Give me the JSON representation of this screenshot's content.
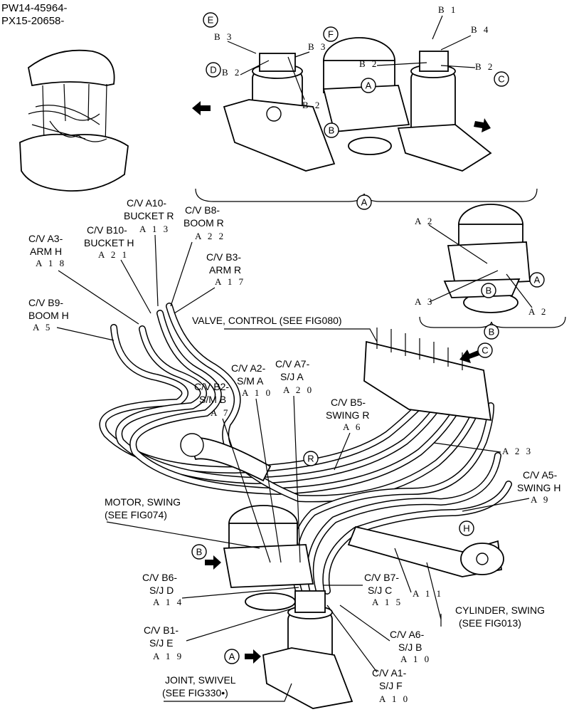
{
  "header": {
    "line1": "PW14-45964-",
    "line2": "PX15-20658-"
  },
  "callouts": {
    "E": "E",
    "F": "F",
    "D": "D",
    "C": "C",
    "A": "A",
    "B": "B",
    "R": "R",
    "H": "H"
  },
  "top_detail": {
    "b1": "B 1",
    "b2": "B 2",
    "b3": "B 3",
    "b4": "B 4"
  },
  "a_detail": {
    "a2": "A 2",
    "a3": "A 3"
  },
  "labels": {
    "cv_a10": "C/V A10-",
    "bucket_r": "BUCKET R",
    "a13": "A 1 3",
    "cv_b8": "C/V B8-",
    "boom_r": "BOOM R",
    "a22": "A 2 2",
    "cv_a3": "C/V A3-",
    "arm_h": "ARM H",
    "a18": "A 1 8",
    "cv_b10": "C/V B10-",
    "bucket_h": "BUCKET H",
    "a21": "A 2 1",
    "cv_b3": "C/V B3-",
    "arm_r": "ARM R",
    "a17": "A 1 7",
    "cv_b9": "C/V B9-",
    "boom_h": "BOOM H",
    "a5": "A 5",
    "valve_control": "VALVE, CONTROL (SEE FIG080)",
    "cv_a2": "C/V A2-",
    "sm_a": "S/M A",
    "a10_1": "A 1 0",
    "cv_a7": "C/V A7-",
    "sj_a": "S/J A",
    "a20": "A 2 0",
    "cv_b2": "C/V B2-",
    "sm_b": "S/M B",
    "a7": "A 7",
    "cv_b5": "C/V B5-",
    "swing_r": "SWING R",
    "a6": "A 6",
    "a23": "A 2 3",
    "cv_a5": "C/V A5-",
    "swing_h": "SWING H",
    "a9": "A 9",
    "motor_swing": "MOTOR, SWING",
    "see_fig074": "(SEE FIG074)",
    "cv_b6": "C/V B6-",
    "sj_d": "S/J D",
    "a14": "A 1 4",
    "cv_b7": "C/V B7-",
    "sj_c": "S/J C",
    "a15": "A 1 5",
    "a11": "A 1 1",
    "cylinder_swing": "CYLINDER, SWING",
    "see_fig013": "(SEE FIG013)",
    "cv_b1": "C/V B1-",
    "sj_e": "S/J E",
    "a19": "A 1 9",
    "cv_a6": "C/V A6-",
    "sj_b": "S/J B",
    "a10_2": "A 1 0",
    "joint_swivel": "JOINT, SWIVEL",
    "see_fig330": "(SEE FIG330•)",
    "cv_a1": "C/V A1-",
    "sj_f": "S/J F",
    "a10_3": "A 1 0"
  }
}
